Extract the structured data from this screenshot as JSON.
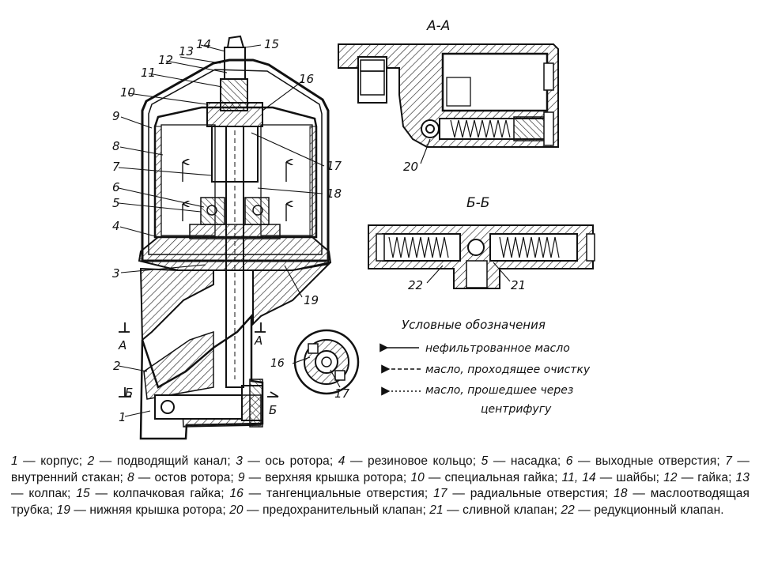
{
  "section_labels": {
    "aa": "А-А",
    "bb": "Б-Б",
    "a_mark": "А",
    "b_mark": "Б"
  },
  "callouts": [
    "1",
    "2",
    "3",
    "4",
    "5",
    "6",
    "7",
    "8",
    "9",
    "10",
    "11",
    "12",
    "13",
    "14",
    "15",
    "16",
    "17",
    "18",
    "19",
    "20",
    "21",
    "22"
  ],
  "inset_callouts": {
    "left": "16",
    "right": "17"
  },
  "legend": {
    "title": "Условные обозначения",
    "items": [
      "нефильтрованное масло",
      "масло, проходящее очистку",
      "масло, прошедшее через",
      "центрифугу"
    ]
  },
  "caption": {
    "items": [
      {
        "num": "1",
        "text": "корпус;"
      },
      {
        "num": "2",
        "text": "подводящий канал;"
      },
      {
        "num": "3",
        "text": "ось ротора;"
      },
      {
        "num": "4",
        "text": "резиновое кольцо;"
      },
      {
        "num": "5",
        "text": "насадка;"
      },
      {
        "num": "6",
        "text": "выходные отверстия;"
      },
      {
        "num": "7",
        "text": "внутренний стакан;"
      },
      {
        "num": "8",
        "text": "остов ротора;"
      },
      {
        "num": "9",
        "text": "верхняя крышка ротора;"
      },
      {
        "num": "10",
        "text": "специальная гайка;"
      },
      {
        "num": "11, 14",
        "text": "шайбы;"
      },
      {
        "num": "12",
        "text": "гайка;"
      },
      {
        "num": "13",
        "text": "колпак;"
      },
      {
        "num": "15",
        "text": "колпачковая гайка;"
      },
      {
        "num": "16",
        "text": "тангенциальные отверстия;"
      },
      {
        "num": "17",
        "text": "радиальные отверстия;"
      },
      {
        "num": "18",
        "text": "маслоотводящая трубка;"
      },
      {
        "num": "19",
        "text": "нижняя крышка ротора;"
      },
      {
        "num": "20",
        "text": "предохранительный клапан;"
      },
      {
        "num": "21",
        "text": "сливной клапан;"
      },
      {
        "num": "22",
        "text": "редукционный клапан."
      }
    ],
    "dash": "—"
  }
}
